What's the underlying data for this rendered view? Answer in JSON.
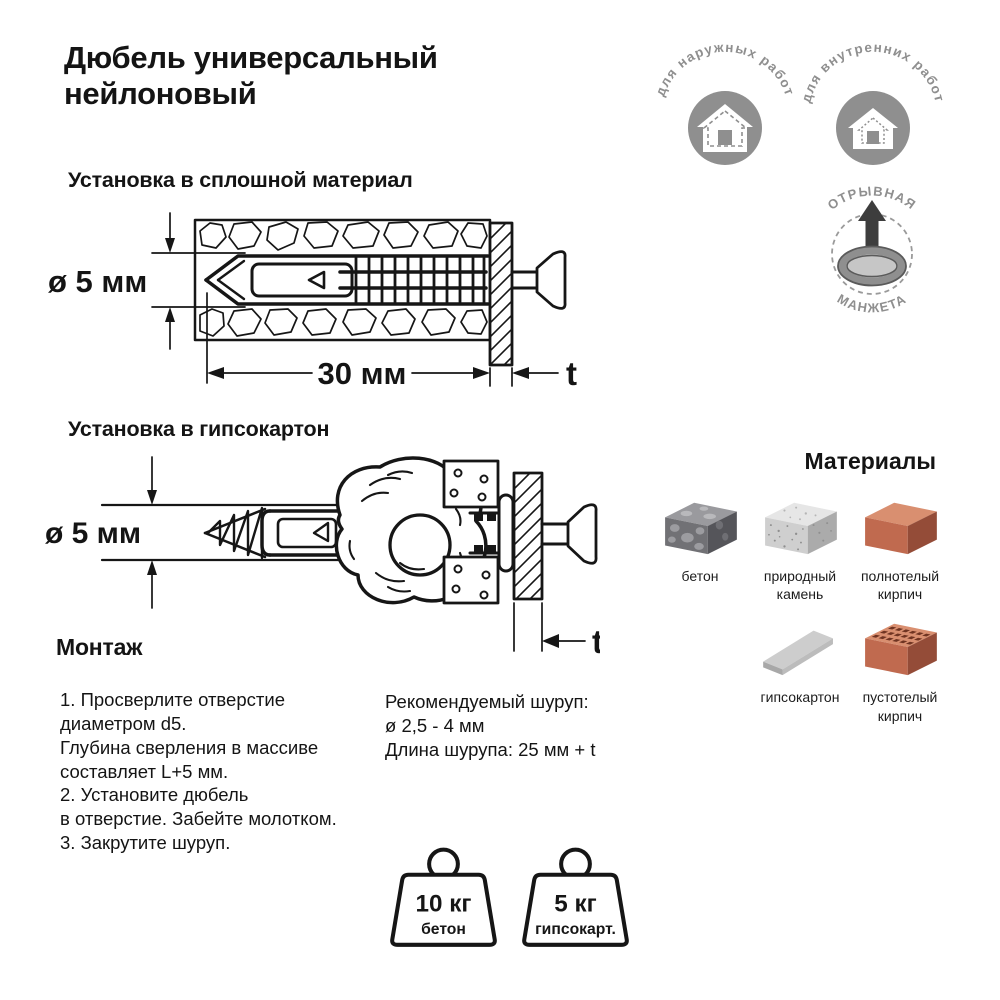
{
  "title": "Дюбель универсальный нейлоновый",
  "badges": {
    "outdoor": "для наружных работ",
    "indoor": "для внутренних работ",
    "collar_top": "ОТРЫВНАЯ",
    "collar_bottom": "МАНЖЕТА"
  },
  "solid_section": {
    "heading": "Установка в сплошной материал",
    "dim_diameter": "ø 5 мм",
    "dim_length": "30 мм",
    "dim_thickness": "t"
  },
  "drywall_section": {
    "heading": "Установка в гипсокартон",
    "dim_diameter": "ø 5 мм",
    "dim_thickness": "t"
  },
  "montage": {
    "heading": "Монтаж",
    "steps": "1. Просверлите отверстие\nдиаметром d5.\nГлубина сверления в массиве\nсоставляет L+5 мм.\n2. Установите дюбель\nв отверстие. Забейте молотком.\n3. Закрутите шуруп.",
    "screw_note": "Рекомендуемый шуруп:\nø 2,5 - 4 мм\nДлина шурупа: 25 мм + t"
  },
  "weights": [
    {
      "value": "10 кг",
      "material": "бетон"
    },
    {
      "value": "5 кг",
      "material": "гипсокарт."
    }
  ],
  "materials": {
    "heading": "Материалы",
    "items": [
      {
        "label": "бетон"
      },
      {
        "label": "природный камень"
      },
      {
        "label": "полнотелый кирпич"
      },
      {
        "label": "гипсокартон"
      },
      {
        "label": "пустотелый кирпич"
      }
    ]
  },
  "colors": {
    "badge_gray": "#8f8f8f",
    "line_black": "#161616",
    "brick_front": "#c06a4f",
    "brick_top": "#d98f70",
    "brick_side": "#944c38",
    "concrete_front": "#717175",
    "stone_front": "#cfcfcf",
    "gypsum": "#cdcdcd"
  }
}
